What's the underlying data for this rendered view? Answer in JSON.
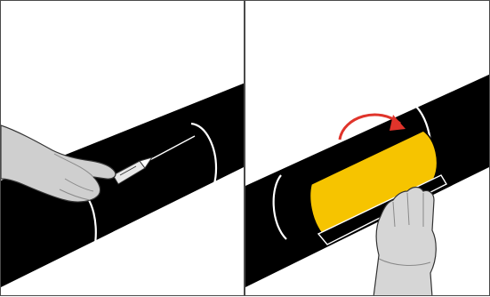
{
  "figure": {
    "panels": [
      {
        "id": "left",
        "depicts": [
          "pipe",
          "cut-line",
          "hand",
          "utility-knife"
        ]
      },
      {
        "id": "right",
        "depicts": [
          "pipe",
          "sleeve",
          "yellow-insert",
          "rotation-arrow",
          "gloved-hand"
        ]
      }
    ],
    "colors": {
      "pipe": "#000000",
      "outline": "#ffffff",
      "border": "#4a4a4a",
      "skin": "#cfcfcf",
      "skin_shadow": "#a8a8a8",
      "insert": "#f6c400",
      "arrow": "#e0342b",
      "glove": "#d6d6d6"
    },
    "icons": [
      "hand-icon",
      "knife-icon",
      "gloved-hand-icon",
      "rotate-arrow-icon"
    ]
  }
}
